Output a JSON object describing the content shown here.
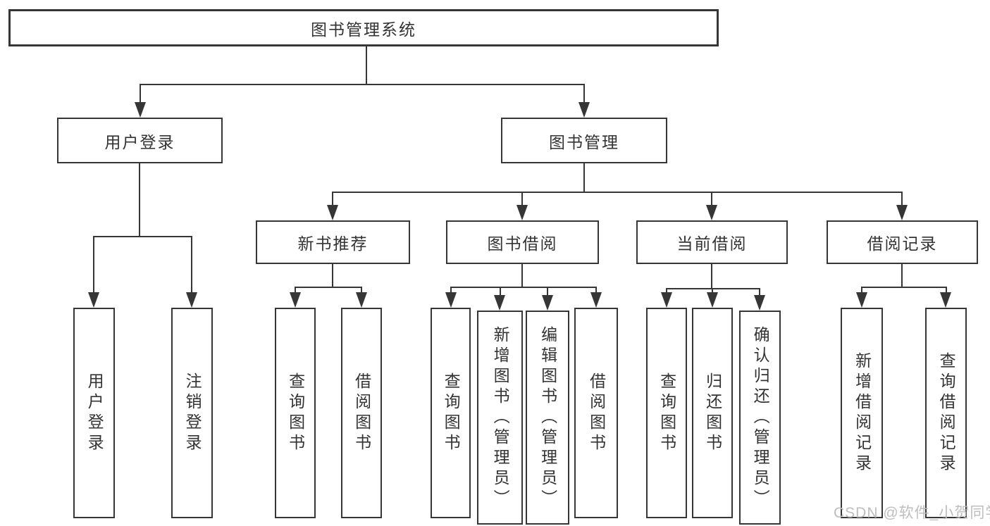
{
  "diagram": {
    "type": "tree",
    "title": "图书管理系统",
    "nodes": {
      "root": {
        "label": "图书管理系统"
      },
      "login": {
        "label": "用户登录"
      },
      "mgmt": {
        "label": "图书管理"
      },
      "login_user": {
        "label": "用户登录"
      },
      "login_logout": {
        "label": "注销登录"
      },
      "rec": {
        "label": "新书推荐"
      },
      "borrow": {
        "label": "图书借阅"
      },
      "current": {
        "label": "当前借阅"
      },
      "records": {
        "label": "借阅记录"
      },
      "rec_query": {
        "label": "查询图书"
      },
      "rec_borrow": {
        "label": "借阅图书"
      },
      "borrow_query": {
        "label": "查询图书"
      },
      "borrow_add": {
        "label": "新增图书（管理员）"
      },
      "borrow_edit": {
        "label": "编辑图书（管理员）"
      },
      "borrow_borrow": {
        "label": "借阅图书"
      },
      "current_query": {
        "label": "查询图书"
      },
      "current_return": {
        "label": "归还图书"
      },
      "current_confirm": {
        "label": "确认归还（管理员）"
      },
      "records_add": {
        "label": "新增借阅记录"
      },
      "records_query": {
        "label": "查询借阅记录"
      }
    },
    "edges": [
      {
        "from": "root",
        "to": "login"
      },
      {
        "from": "root",
        "to": "mgmt"
      },
      {
        "from": "login",
        "to": "login_user"
      },
      {
        "from": "login",
        "to": "login_logout"
      },
      {
        "from": "mgmt",
        "to": "rec"
      },
      {
        "from": "mgmt",
        "to": "borrow"
      },
      {
        "from": "mgmt",
        "to": "current"
      },
      {
        "from": "mgmt",
        "to": "records"
      },
      {
        "from": "rec",
        "to": "rec_query"
      },
      {
        "from": "rec",
        "to": "rec_borrow"
      },
      {
        "from": "borrow",
        "to": "borrow_query"
      },
      {
        "from": "borrow",
        "to": "borrow_add"
      },
      {
        "from": "borrow",
        "to": "borrow_edit"
      },
      {
        "from": "borrow",
        "to": "borrow_borrow"
      },
      {
        "from": "current",
        "to": "current_query"
      },
      {
        "from": "current",
        "to": "current_return"
      },
      {
        "from": "current",
        "to": "current_confirm"
      },
      {
        "from": "records",
        "to": "records_add"
      },
      {
        "from": "records",
        "to": "records_query"
      }
    ]
  },
  "watermark": {
    "text": "CSDN @软件_小贺同学",
    "color": "#bbbbbb"
  },
  "colors": {
    "line": "#363636",
    "box_border": "#363636",
    "text": "#333333",
    "background": "#ffffff"
  }
}
